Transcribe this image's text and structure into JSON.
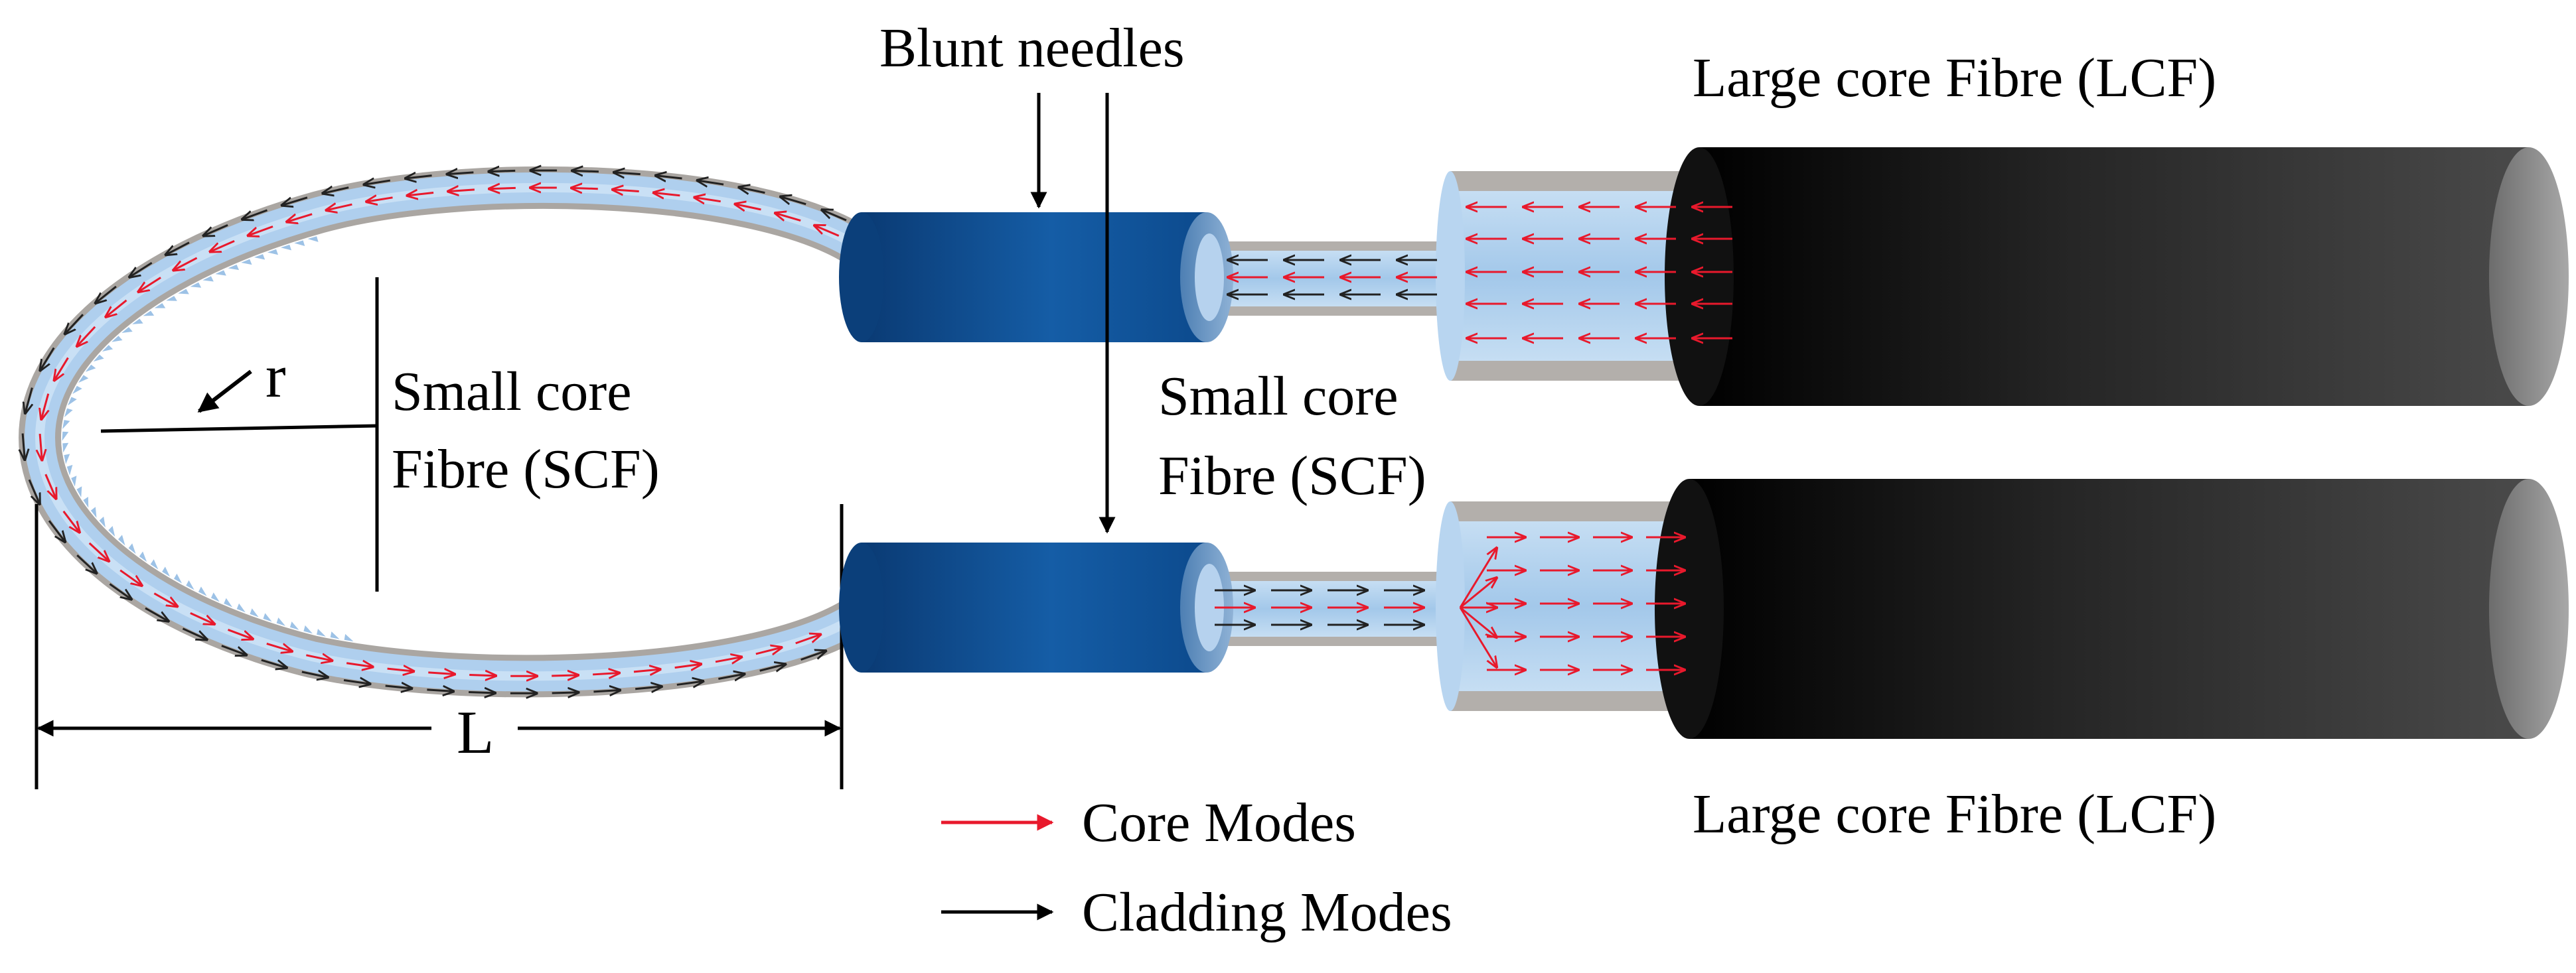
{
  "labels": {
    "blunt_needles": "Blunt needles",
    "lcf_top": "Large core Fibre (LCF)",
    "lcf_bottom": "Large core Fibre (LCF)",
    "scf_loop_line1": "Small core",
    "scf_loop_line2": "Fibre (SCF)",
    "scf_mid_line1": "Small core",
    "scf_mid_line2": "Fibre (SCF)",
    "radius": "r",
    "length": "L"
  },
  "legend": {
    "core_modes": "Core Modes",
    "cladding_modes": "Cladding Modes"
  },
  "colors": {
    "core_mode_arrow": "#e8192c",
    "cladding_mode_arrow": "#000000",
    "fibre_core": "#a9ccec",
    "fibre_cladding": "#b5b1ad",
    "needle_blue": "#0d4f91",
    "lcf_jacket": "#1a1a1a"
  }
}
